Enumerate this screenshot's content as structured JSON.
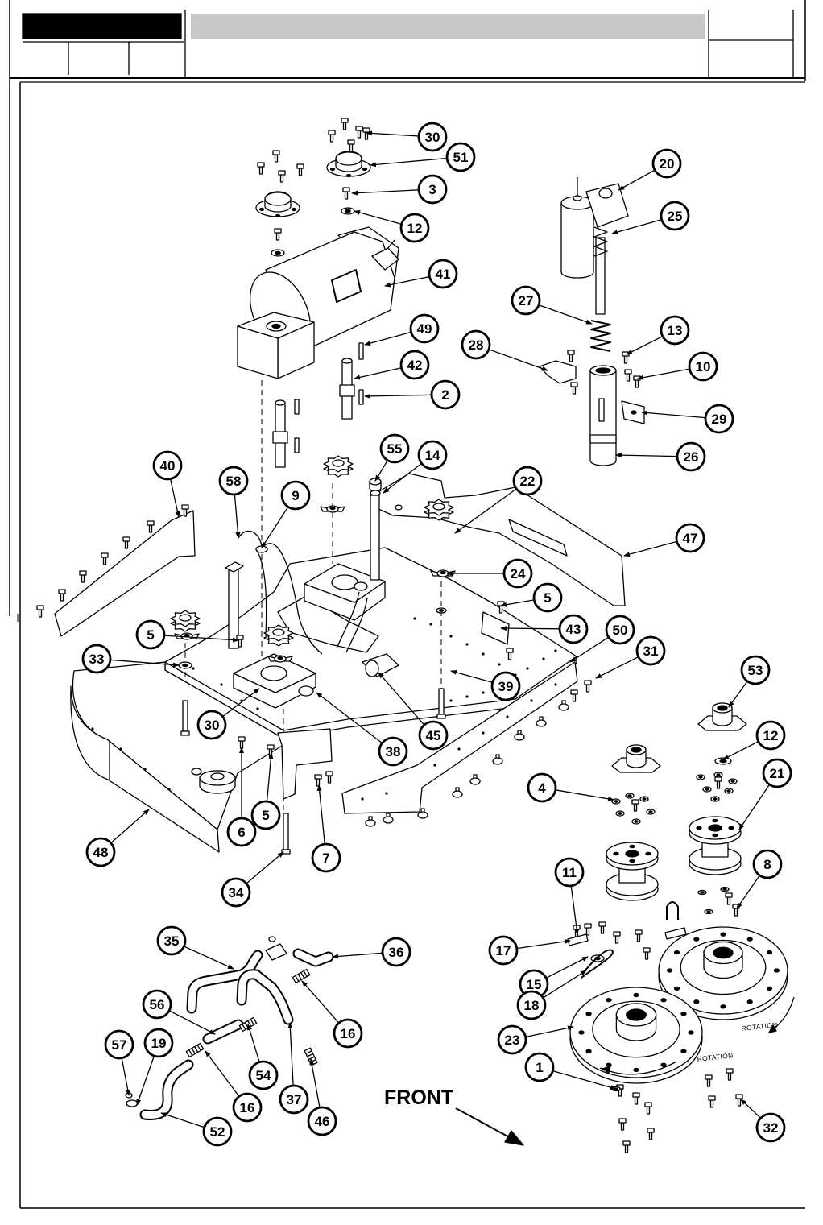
{
  "callouts": [
    "30",
    "51",
    "3",
    "12",
    "41",
    "20",
    "25",
    "27",
    "13",
    "49",
    "28",
    "42",
    "10",
    "2",
    "29",
    "55",
    "14",
    "26",
    "40",
    "58",
    "9",
    "22",
    "47",
    "24",
    "5",
    "43",
    "50",
    "5",
    "31",
    "33",
    "39",
    "53",
    "45",
    "30",
    "38",
    "12",
    "4",
    "21",
    "6",
    "5",
    "48",
    "7",
    "34",
    "8",
    "11",
    "35",
    "36",
    "17",
    "15",
    "56",
    "18",
    "16",
    "57",
    "19",
    "23",
    "54",
    "1",
    "37",
    "16",
    "46",
    "52",
    "32"
  ],
  "front_label": "FRONT",
  "rotation_labels": [
    "ROTATION",
    "ROTATION"
  ],
  "colors": {
    "line": "#000000",
    "background": "#ffffff",
    "title_bar_fill": "#c8c8c8",
    "title_block_fill": "#000000"
  }
}
